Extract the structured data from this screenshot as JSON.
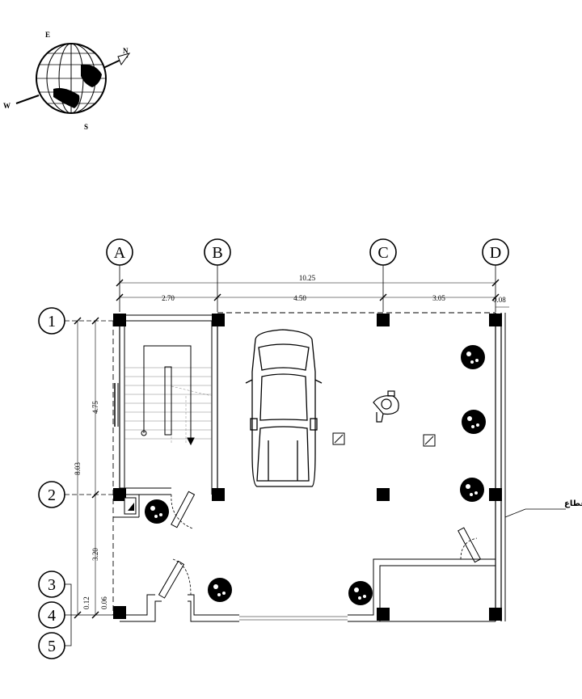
{
  "grid": {
    "columns": [
      "A",
      "B",
      "C",
      "D"
    ],
    "rows": [
      "1",
      "2",
      "3",
      "4",
      "5"
    ]
  },
  "dimensions": {
    "overall": "10.25",
    "span_ab": "2.70",
    "span_bc": "4.50",
    "span_cd": "3.05",
    "wall_gap": "0.08",
    "vert_total": "8.03",
    "vert_12": "4.75",
    "vert_2_bottom": "3.20",
    "small_a": "0.12",
    "small_b": "0.06"
  },
  "labels": {
    "expansion_joint": "درز انقطاع"
  },
  "compass": {
    "marks": [
      "N",
      "E",
      "S",
      "W"
    ]
  }
}
